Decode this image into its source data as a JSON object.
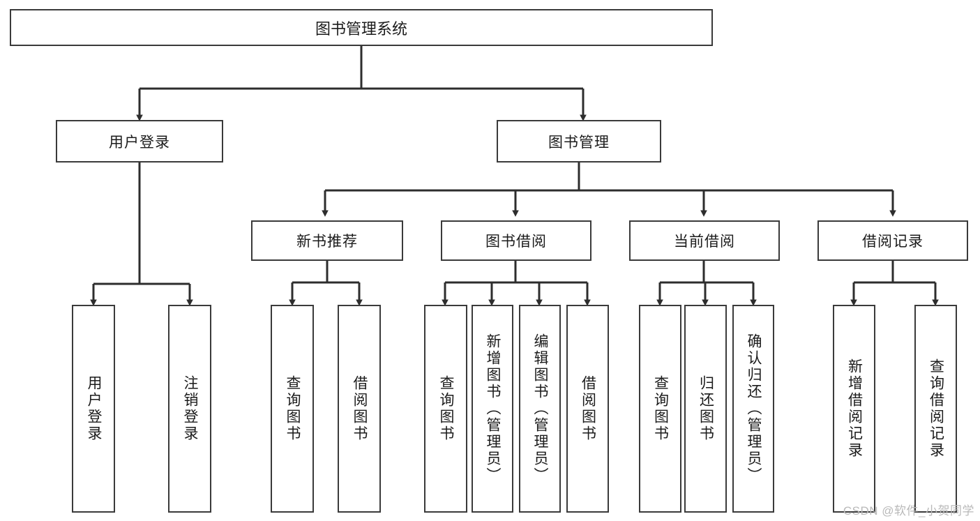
{
  "diagram": {
    "title": "图书管理系统",
    "type": "tree",
    "orientation": "top-down",
    "colors": {
      "box_border": "#3a3a3a",
      "box_fill": "#ffffff",
      "connector": "#2d2d2d",
      "background": "#ffffff",
      "watermark": "#b9b9b9"
    },
    "root": {
      "label": "图书管理系统"
    },
    "level2": [
      {
        "id": "user-login",
        "label": "用户登录"
      },
      {
        "id": "book-manage",
        "label": "图书管理"
      }
    ],
    "level3": [
      {
        "id": "new-book-recommend",
        "label": "新书推荐",
        "parent": "book-manage"
      },
      {
        "id": "book-borrow",
        "label": "图书借阅",
        "parent": "book-manage"
      },
      {
        "id": "current-borrow",
        "label": "当前借阅",
        "parent": "book-manage"
      },
      {
        "id": "borrow-record",
        "label": "借阅记录",
        "parent": "book-manage"
      }
    ],
    "leaves": [
      {
        "id": "leaf-user-login",
        "label": "用户登录",
        "parent": "user-login"
      },
      {
        "id": "leaf-logout-login",
        "label": "注销登录",
        "parent": "user-login"
      },
      {
        "id": "leaf-query-book-1",
        "label": "查询图书",
        "parent": "new-book-recommend"
      },
      {
        "id": "leaf-borrow-book-1",
        "label": "借阅图书",
        "parent": "new-book-recommend"
      },
      {
        "id": "leaf-query-book-2",
        "label": "查询图书",
        "parent": "book-borrow"
      },
      {
        "id": "leaf-add-book-admin",
        "label": "新增图书（管理员）",
        "parent": "book-borrow"
      },
      {
        "id": "leaf-edit-book-admin",
        "label": "编辑图书（管理员）",
        "parent": "book-borrow"
      },
      {
        "id": "leaf-borrow-book-2",
        "label": "借阅图书",
        "parent": "book-borrow"
      },
      {
        "id": "leaf-query-book-3",
        "label": "查询图书",
        "parent": "current-borrow"
      },
      {
        "id": "leaf-return-book",
        "label": "归还图书",
        "parent": "current-borrow"
      },
      {
        "id": "leaf-confirm-return",
        "label": "确认归还（管理员）",
        "parent": "current-borrow"
      },
      {
        "id": "leaf-add-borrow-record",
        "label": "新增借阅记录",
        "parent": "borrow-record"
      },
      {
        "id": "leaf-query-borrow-record",
        "label": "查询借阅记录",
        "parent": "borrow-record"
      }
    ],
    "watermark": "CSDN @软件_小贺同学"
  }
}
